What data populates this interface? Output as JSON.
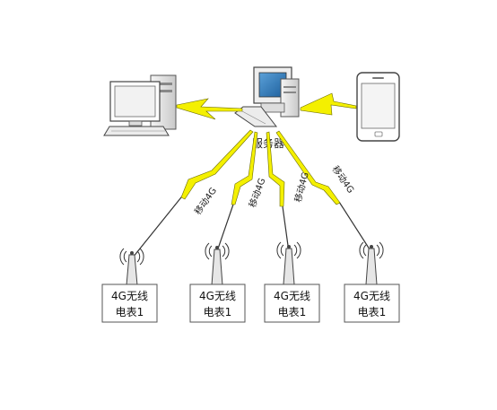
{
  "server": {
    "label": "服务器"
  },
  "links": [
    "移动4G",
    "移动4G",
    "移动4G",
    "移动4G"
  ],
  "meters": [
    {
      "line1": "4G无线",
      "line2": "电表1"
    },
    {
      "line1": "4G无线",
      "line2": "电表1"
    },
    {
      "line1": "4G无线",
      "line2": "电表1"
    },
    {
      "line1": "4G无线",
      "line2": "电表1"
    }
  ],
  "colors": {
    "bolt": "#f4f000",
    "line": "#333333"
  },
  "icons": [
    "desktop-computer-icon",
    "server-computer-icon",
    "smartphone-icon",
    "antenna-icon"
  ]
}
